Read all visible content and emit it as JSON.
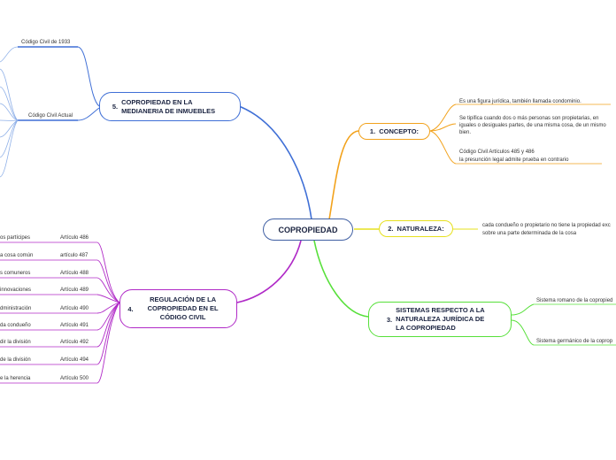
{
  "center": {
    "label": "COPROPIEDAD",
    "color": "#3f5fa3"
  },
  "branches": [
    {
      "id": "concepto",
      "number": "1.",
      "label": "CONCEPTO:",
      "color": "#f2a21c",
      "items": [
        "Es una figura jurídica, también llamada condominio.",
        "Se tipifica cuando dos o más personas son propietarias, en iguales o desiguales partes, de una misma cosa, de un mismo bien.",
        "Código Civil Artículos 485 y 486",
        "la presunción legal admite prueba en contrario"
      ]
    },
    {
      "id": "naturaleza",
      "number": "2.",
      "label": "NATURALEZA:",
      "color": "#e6e01e",
      "items": [
        "cada condueño o propietario no tiene la propiedad exc",
        "sobre una parte determinada de la cosa"
      ]
    },
    {
      "id": "sistemas",
      "number": "3.",
      "label": "SISTEMAS RESPECTO A LA NATURALEZA JURÍDICA DE LA COPROPIEDAD",
      "color": "#57e03a",
      "items": [
        "Sistema romano de la copropied",
        "Sistema germánico de la coprop"
      ]
    },
    {
      "id": "regulacion",
      "number": "4.",
      "label": "REGULACIÓN DE LA COPROPIEDAD EN EL CÓDIGO CIVIL",
      "color": "#b02ac7",
      "rows": [
        {
          "left": "os partícipes",
          "right": "Artículo  486"
        },
        {
          "left": "a cosa común",
          "right": "artículo 487"
        },
        {
          "left": "s comuneros",
          "right": "Artículo 488"
        },
        {
          "left": "innovaciones",
          "right": "Artículo 489"
        },
        {
          "left": "dministración",
          "right": "Artículo 490"
        },
        {
          "left": "da condueño",
          "right": "Artículo 491"
        },
        {
          "left": "dir la división",
          "right": "Artículo 492"
        },
        {
          "left": "de la división",
          "right": "Artículo 494"
        },
        {
          "left": "e la herencia",
          "right": "Artículo 500"
        }
      ]
    },
    {
      "id": "medianeria",
      "number": "5.",
      "label": "COPROPIEDAD EN LA MEDIANERIA DE INMUEBLES",
      "color": "#3f6fd6",
      "sub_color": "#8fb0e8",
      "items": [
        "Código Civil de 1933",
        "Código Civil Actual"
      ]
    }
  ]
}
